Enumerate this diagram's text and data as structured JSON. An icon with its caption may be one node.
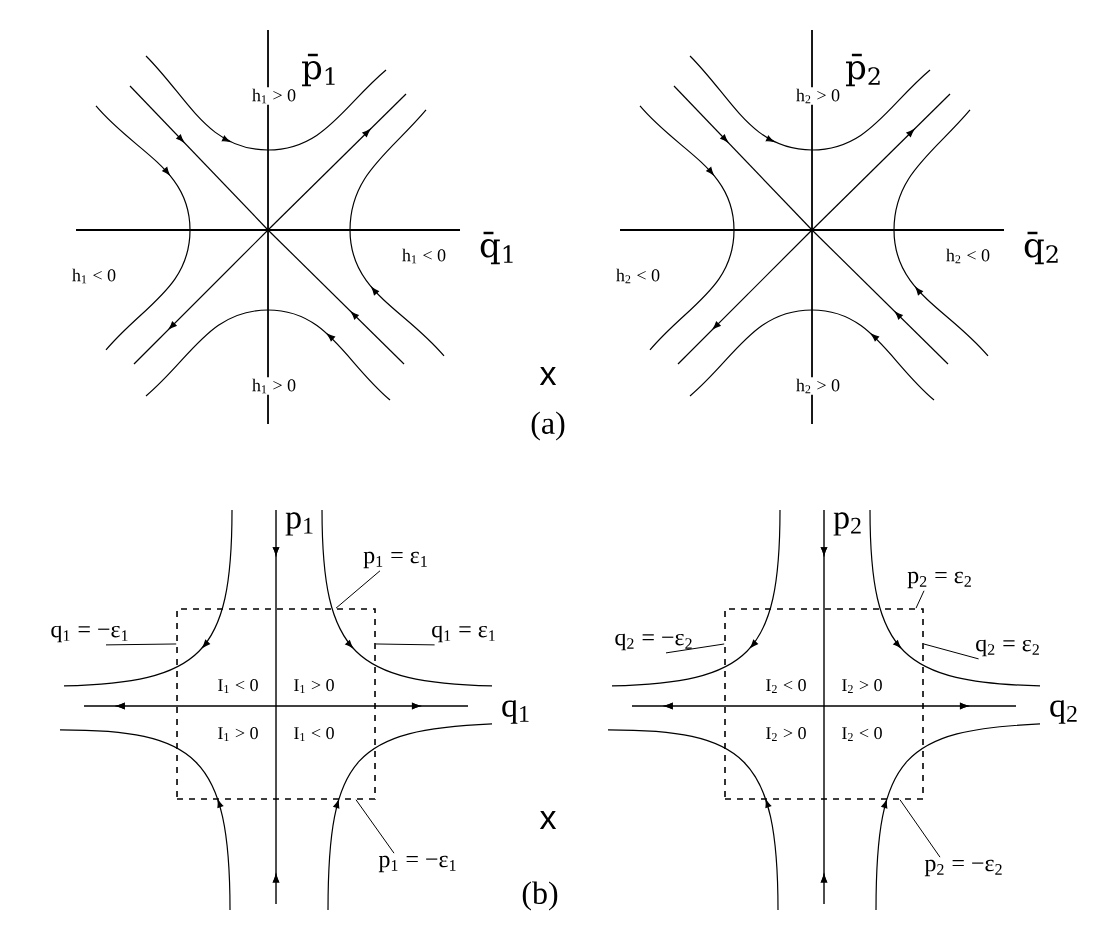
{
  "diagram": {
    "nodes": [
      {
        "text": [],
        "shape": "box"
      },
      {
        "text": [
          "q$_{1}$ = −ε$_{1}$"
        ]
      },
      {
        "text": [
          "p$_{1}$ = ε$_{1}$"
        ]
      },
      {
        "text": [
          "q$_{1}$ = ε$_{1}$"
        ]
      },
      {
        "text": [
          "p$_{1}$ = −ε$_{1}$"
        ]
      },
      {
        "text": [],
        "shape": "box"
      },
      {
        "text": [
          "q$_{2}$ = −ε$_{2}$"
        ]
      },
      {
        "text": [
          "p$_{2}$ = ε$_{2}$"
        ]
      },
      {
        "text": [
          "q$_{2}$ = ε$_{2}$"
        ]
      },
      {
        "text": [
          "p$_{2}$ = −ε$_{2}$"
        ]
      }
    ],
    "edges": [
      {
        "from": 1,
        "to": 0,
        "arrow": "none"
      },
      {
        "from": 2,
        "to": 0,
        "arrow": "none"
      },
      {
        "from": 3,
        "to": 0,
        "arrow": "none"
      },
      {
        "from": 4,
        "to": 0,
        "arrow": "none"
      },
      {
        "from": 6,
        "to": 5,
        "arrow": "none"
      },
      {
        "from": 7,
        "to": 5,
        "arrow": "none"
      },
      {
        "from": 8,
        "to": 5,
        "arrow": "none"
      },
      {
        "from": 9,
        "to": 5,
        "arrow": "none"
      }
    ],
    "labels": [
      "p̄$_{1}$",
      "h$_{1}$ > 0",
      "p̄$_{2}$",
      "h$_{2}$ > 0",
      "q̄$_{1}$",
      "h$_{1}$ < 0",
      "h$_{1}$ < 0",
      "q̄$_{2}$",
      "h$_{2}$ < 0",
      "h$_{2}$ < 0",
      "x",
      "h$_{1}$ > 0",
      "h$_{2}$ > 0",
      "(a)",
      "p$_{1}$",
      "p$_{2}$",
      "I$_{1}$ < 0",
      "I$_{1}$ > 0",
      "I$_{2}$ < 0",
      "I$_{2}$ > 0",
      "q$_{1}$",
      "q$_{2}$",
      "I$_{1}$ > 0",
      "I$_{1}$ < 0",
      "I$_{2}$ > 0",
      "I$_{2}$ < 0",
      "x",
      "(b)"
    ]
  }
}
